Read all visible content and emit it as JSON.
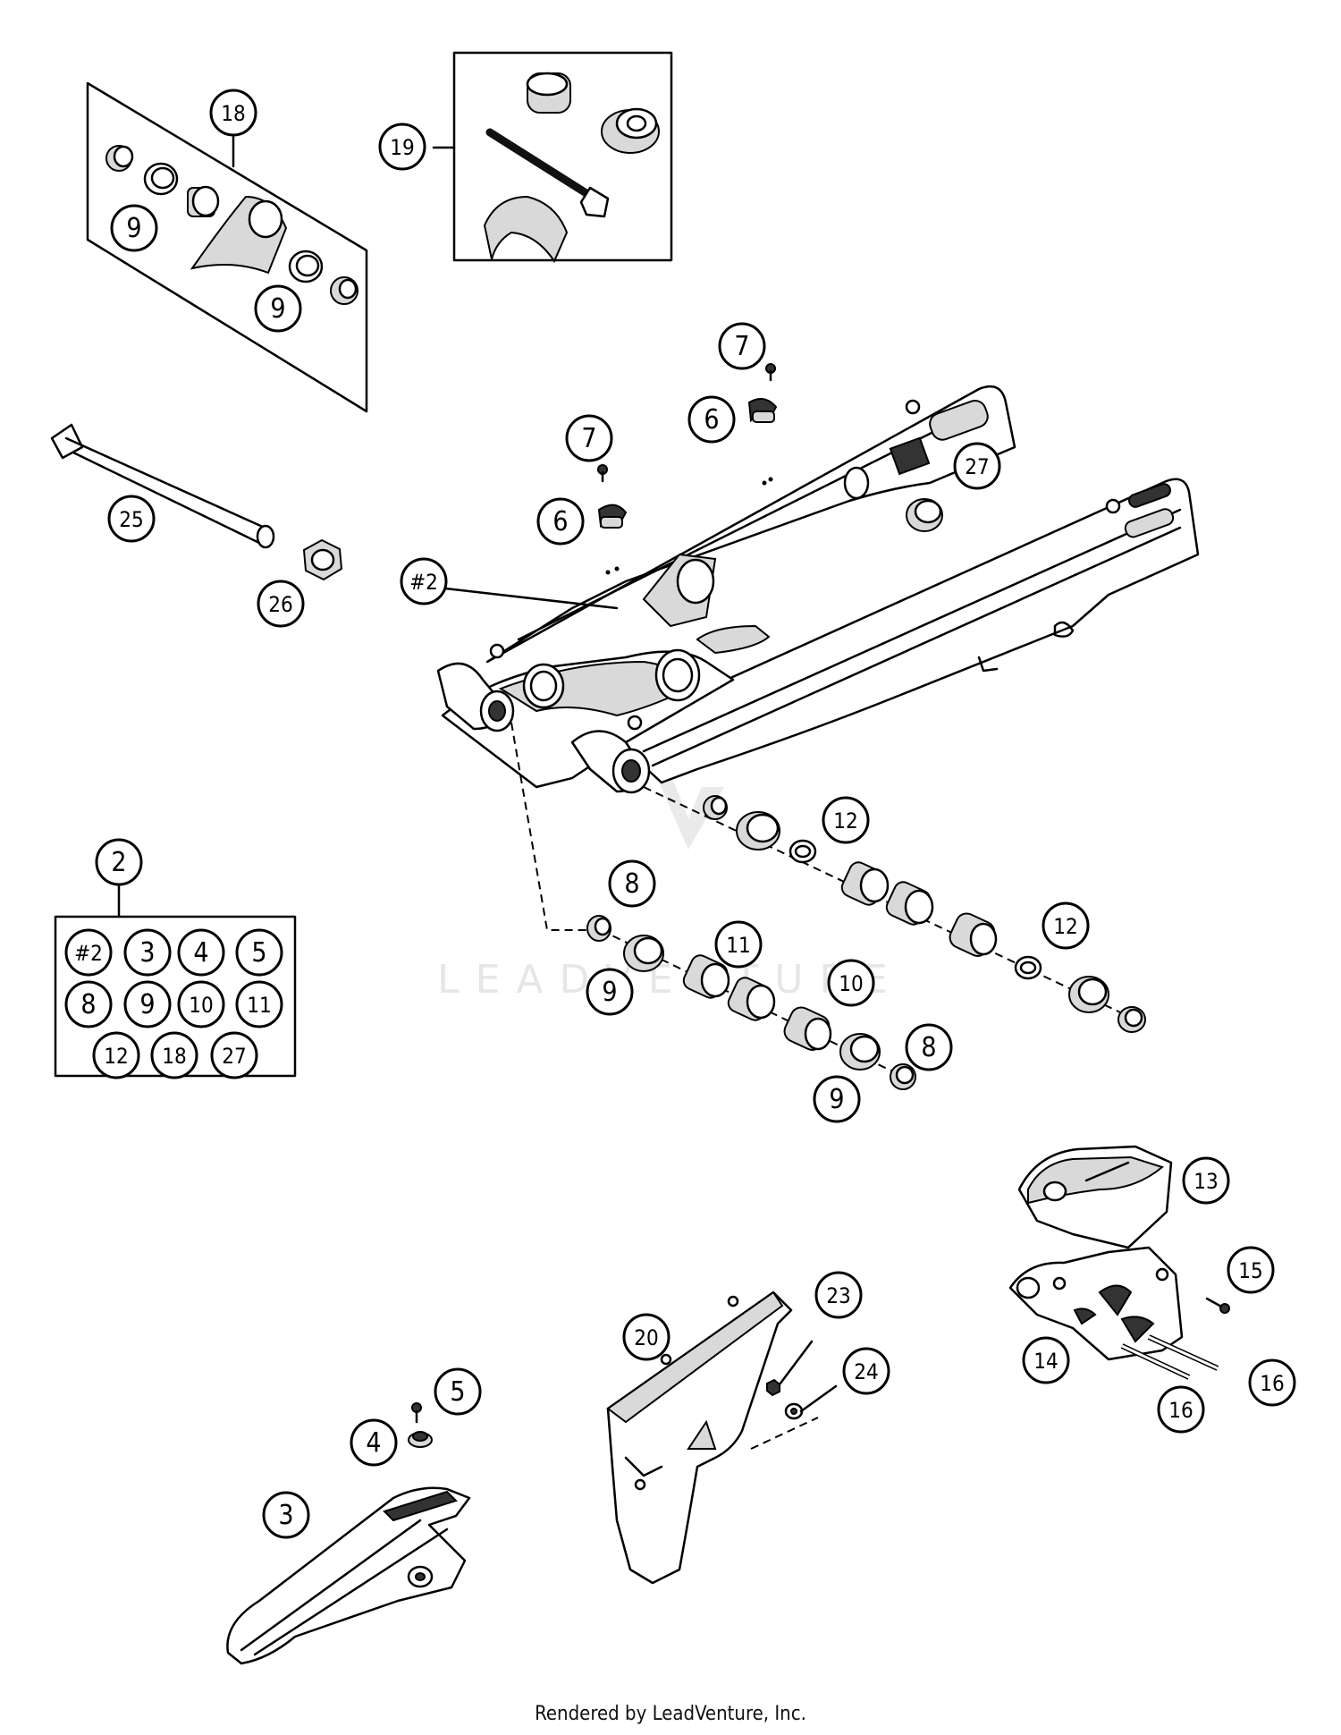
{
  "watermark": {
    "text": "LEADVENTURE"
  },
  "footer": {
    "text": "Rendered by LeadVenture, Inc."
  },
  "callouts": {
    "c18": "18",
    "c9a": "9",
    "c9b": "9",
    "c19": "19",
    "c7a": "7",
    "c6a": "6",
    "c7b": "7",
    "c6b": "6",
    "c27": "27",
    "c25": "25",
    "c26": "26",
    "cHash2": "#2",
    "c2": "2",
    "c12a": "12",
    "c8a": "8",
    "c11": "11",
    "c12b": "12",
    "c9c": "9",
    "c10": "10",
    "c8b": "8",
    "c9d": "9",
    "c13": "13",
    "c15": "15",
    "c14": "14",
    "c16a": "16",
    "c16b": "16",
    "c20": "20",
    "c23": "23",
    "c24": "24",
    "c5": "5",
    "c4": "4",
    "c3": "3"
  },
  "kit_box": {
    "items": [
      "#2",
      "3",
      "4",
      "5",
      "8",
      "9",
      "10",
      "11",
      "12",
      "18",
      "27"
    ]
  },
  "colors": {
    "line": "#000000",
    "shade": "#d9d9d9",
    "watermark": "#e6e6e6"
  }
}
